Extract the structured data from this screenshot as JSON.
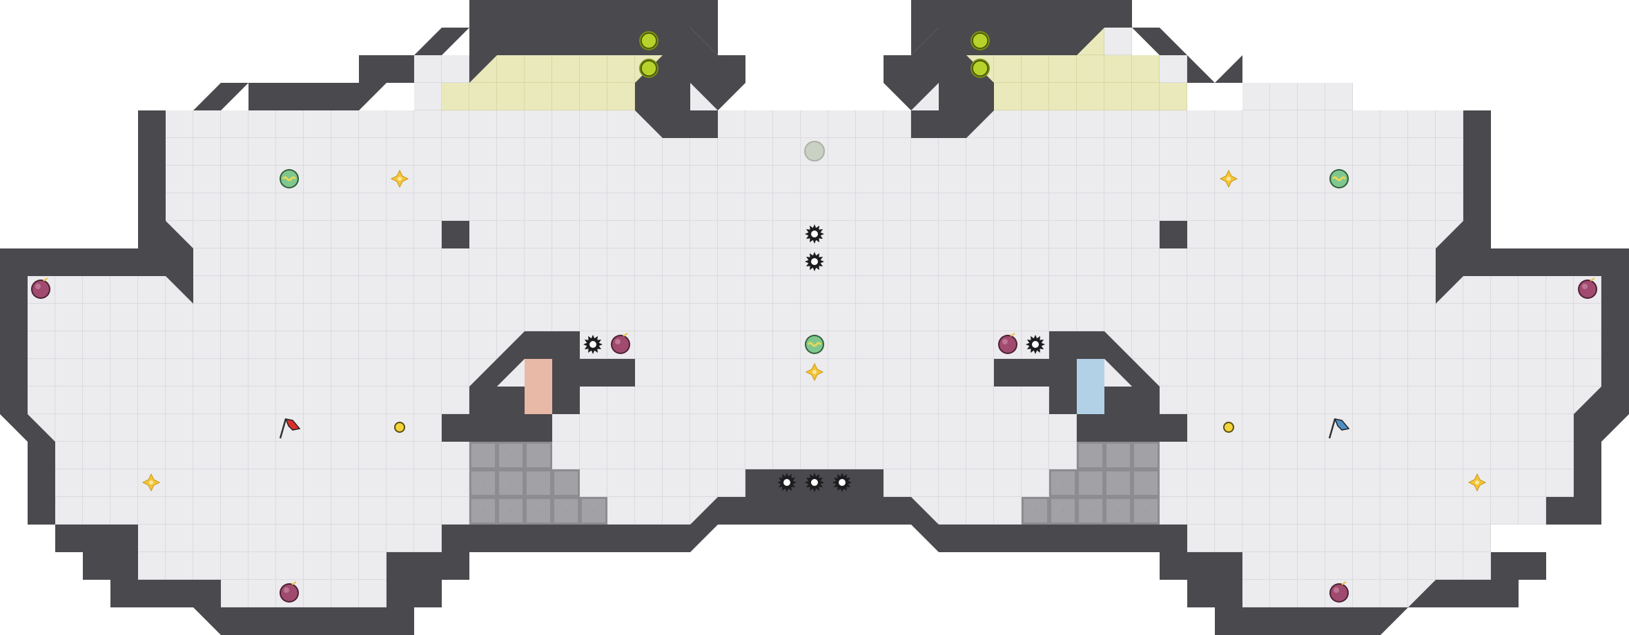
{
  "map": {
    "palette": {
      "floor": "#ecebee",
      "floor_grid": "#d4d3d8",
      "wall": "#4a494d",
      "wall_dark": "#38373b",
      "yellow_zone": "#e9e9bb",
      "yellow_grid": "#d2d29c",
      "red_team": "#e8b9a7",
      "blue_team": "#b3d1e6",
      "gate": "#8d8c90",
      "boost": "#f4c435",
      "bomb": "#a14a70",
      "jukejuice": "#7fc78e",
      "portal_active": "#b7d22b",
      "spike": "#1d1d1f",
      "red_flag": "#d9302b",
      "blue_flag": "#4d8fc4"
    },
    "objects": [
      {
        "kind": "portal",
        "name": "portal-icon"
      },
      {
        "kind": "boost",
        "name": "boost-icon"
      },
      {
        "kind": "bomb",
        "name": "bomb-icon"
      },
      {
        "kind": "jukejuice",
        "name": "jukejuice-icon"
      },
      {
        "kind": "spike",
        "name": "spike-icon"
      },
      {
        "kind": "red-flag",
        "name": "red-flag-icon"
      },
      {
        "kind": "blue-flag",
        "name": "blue-flag-icon"
      },
      {
        "kind": "button",
        "name": "button-icon"
      },
      {
        "kind": "inactive-portal",
        "name": "inactive-portal-icon"
      }
    ]
  }
}
